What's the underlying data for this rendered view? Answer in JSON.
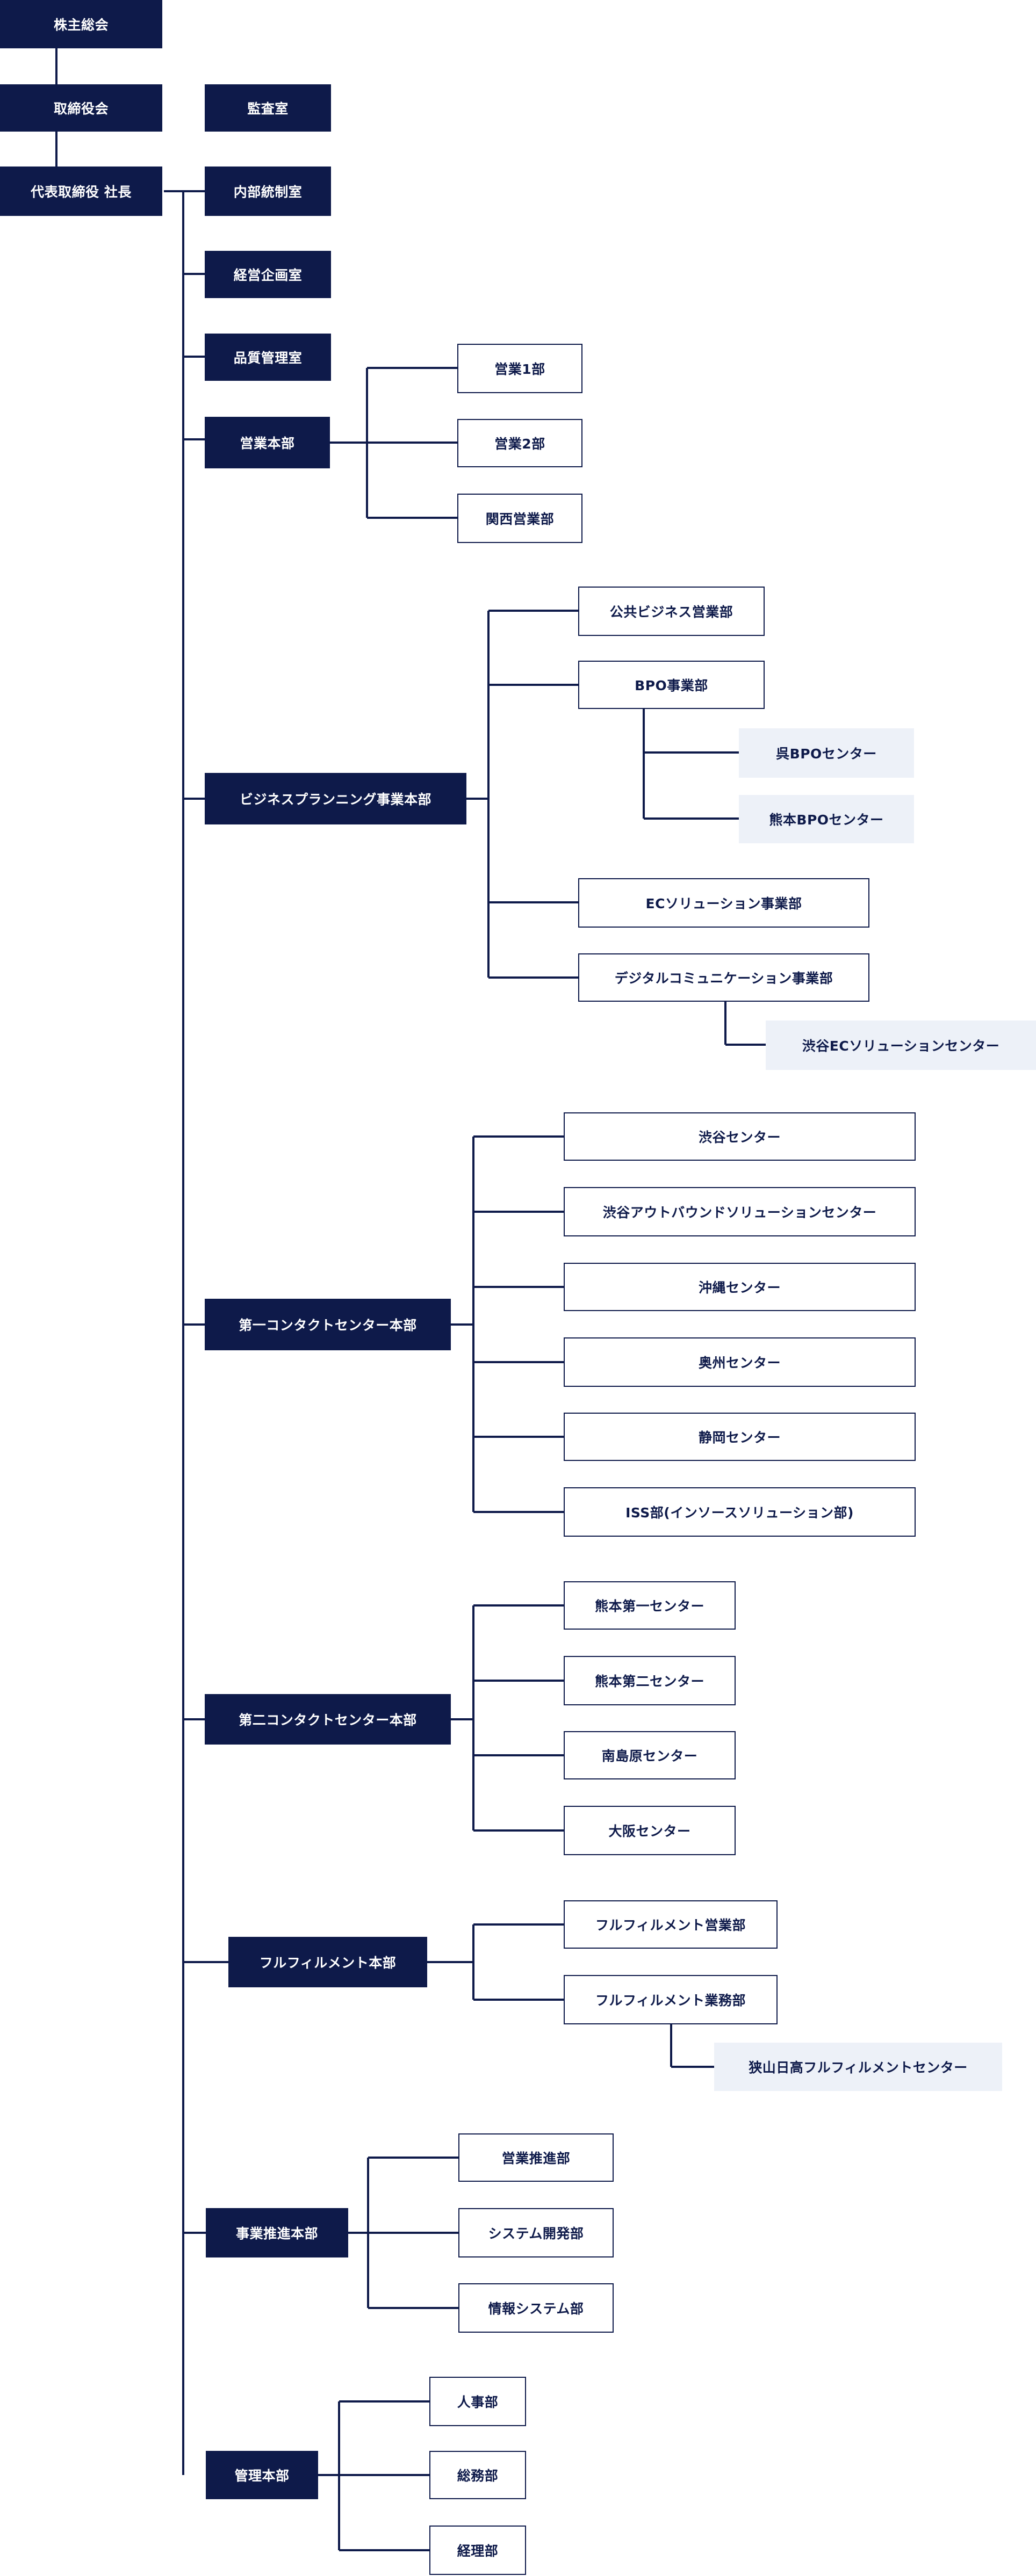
{
  "colors": {
    "dark": "#0e1a4a",
    "line": "#0e1a4a",
    "light": "#edf1f8",
    "outline_bg": "#ffffff"
  },
  "nodes": [
    {
      "id": "shareholders",
      "label": "株主総会",
      "style": "dark"
    },
    {
      "id": "board",
      "label": "取締役会",
      "style": "dark"
    },
    {
      "id": "audit",
      "label": "監査室",
      "style": "dark"
    },
    {
      "id": "ceo",
      "label": "代表取締役 社長",
      "style": "dark"
    },
    {
      "id": "internal_control",
      "label": "内部統制室",
      "style": "dark"
    },
    {
      "id": "management_planning",
      "label": "経営企画室",
      "style": "dark"
    },
    {
      "id": "quality",
      "label": "品質管理室",
      "style": "dark"
    },
    {
      "id": "sales_hq",
      "label": "営業本部",
      "style": "dark"
    },
    {
      "id": "sales1",
      "label": "営業1部",
      "style": "outline"
    },
    {
      "id": "sales2",
      "label": "営業2部",
      "style": "outline"
    },
    {
      "id": "kansai_sales",
      "label": "関西営業部",
      "style": "outline"
    },
    {
      "id": "bp_hq",
      "label": "ビジネスプランニング事業本部",
      "style": "dark"
    },
    {
      "id": "public_business",
      "label": "公共ビジネス営業部",
      "style": "outline"
    },
    {
      "id": "bpo",
      "label": "BPO事業部",
      "style": "outline"
    },
    {
      "id": "kure_bpo",
      "label": "呉BPOセンター",
      "style": "light"
    },
    {
      "id": "kumamoto_bpo",
      "label": "熊本BPOセンター",
      "style": "light"
    },
    {
      "id": "ec_solution",
      "label": "ECソリューション事業部",
      "style": "outline"
    },
    {
      "id": "digital_comm",
      "label": "デジタルコミュニケーション事業部",
      "style": "outline"
    },
    {
      "id": "shibuya_ec",
      "label": "渋谷ECソリューションセンター",
      "style": "light"
    },
    {
      "id": "cc1_hq",
      "label": "第一コンタクトセンター本部",
      "style": "dark"
    },
    {
      "id": "shibuya_center",
      "label": "渋谷センター",
      "style": "outline"
    },
    {
      "id": "shibuya_outbound",
      "label": "渋谷アウトバウンドソリューションセンター",
      "style": "outline"
    },
    {
      "id": "okinawa",
      "label": "沖縄センター",
      "style": "outline"
    },
    {
      "id": "oshu",
      "label": "奥州センター",
      "style": "outline"
    },
    {
      "id": "shizuoka",
      "label": "静岡センター",
      "style": "outline"
    },
    {
      "id": "iss",
      "label": "ISS部(インソースソリューション部)",
      "style": "outline"
    },
    {
      "id": "cc2_hq",
      "label": "第二コンタクトセンター本部",
      "style": "dark"
    },
    {
      "id": "kumamoto1",
      "label": "熊本第一センター",
      "style": "outline"
    },
    {
      "id": "kumamoto2",
      "label": "熊本第二センター",
      "style": "outline"
    },
    {
      "id": "minamishimabara",
      "label": "南島原センター",
      "style": "outline"
    },
    {
      "id": "osaka",
      "label": "大阪センター",
      "style": "outline"
    },
    {
      "id": "fulfillment_hq",
      "label": "フルフィルメント本部",
      "style": "dark"
    },
    {
      "id": "fulfillment_sales",
      "label": "フルフィルメント営業部",
      "style": "outline"
    },
    {
      "id": "fulfillment_ops",
      "label": "フルフィルメント業務部",
      "style": "outline"
    },
    {
      "id": "sayama",
      "label": "狭山日高フルフィルメントセンター",
      "style": "light"
    },
    {
      "id": "biz_promo_hq",
      "label": "事業推進本部",
      "style": "dark"
    },
    {
      "id": "sales_promo",
      "label": "営業推進部",
      "style": "outline"
    },
    {
      "id": "system_dev",
      "label": "システム開発部",
      "style": "outline"
    },
    {
      "id": "info_system",
      "label": "情報システム部",
      "style": "outline"
    },
    {
      "id": "admin_hq",
      "label": "管理本部",
      "style": "dark"
    },
    {
      "id": "hr",
      "label": "人事部",
      "style": "outline"
    },
    {
      "id": "general_affairs",
      "label": "総務部",
      "style": "outline"
    },
    {
      "id": "accounting",
      "label": "経理部",
      "style": "outline"
    }
  ]
}
